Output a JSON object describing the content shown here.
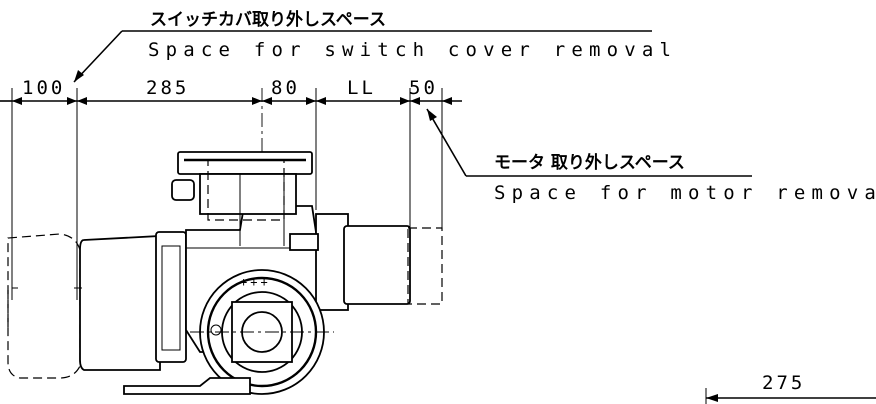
{
  "annotations": {
    "switch_cover_jp": "スイッチカバ取り外しスペース",
    "switch_cover_en": "Space for switch cover removal",
    "motor_jp": "モータ 取り外しスペース",
    "motor_en": "Space for motor removal"
  },
  "dimensions": {
    "d100": "100",
    "d285": "285",
    "d80": "80",
    "dLL": "LL",
    "d50": "50",
    "d275": "275"
  }
}
